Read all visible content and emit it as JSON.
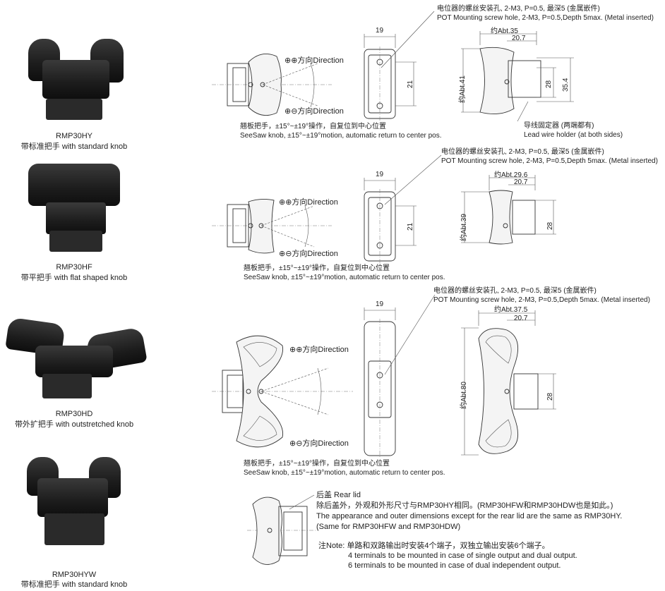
{
  "products": [
    {
      "model": "RMP30HY",
      "desc": "带标准把手 with standard knob"
    },
    {
      "model": "RMP30HF",
      "desc": "带平把手 with flat shaped knob"
    },
    {
      "model": "RMP30HD",
      "desc": "带外扩把手 with outstretched knob"
    },
    {
      "model": "RMP30HYW",
      "desc": "带标准把手 with standard knob"
    }
  ],
  "labels": {
    "dir_plus": "⊕⊕方向Direction",
    "dir_minus": "⊕⊖方向Direction",
    "seesaw_cn": "翘板把手，±15°~±19°操作，自复位到中心位置",
    "seesaw_en": "SeeSaw knob, ±15°~±19°motion, automatic return to center pos.",
    "pot_cn": "电位器的螺丝安装孔, 2-M3, P=0.5, 最深5 (金属嵌件)",
    "pot_en": "POT Mounting screw hole, 2-M3, P=0.5,Depth 5max. (Metal inserted)",
    "lead_cn": "导线固定器 (两端都有)",
    "lead_en": "Lead wire holder (at both sides)",
    "rear_lid": "后盖  Rear lid",
    "rear_cn": "除后盖外，外观和外形尺寸与RMP30HY相同。(RMP30HFW和RMP30HDW也是如此。)",
    "rear_en1": "The appearance and outer dimensions except for the rear lid are the same as RMP30HY.",
    "rear_en2": "(Same for RMP30HFW and RMP30HDW)",
    "note_cn": "注Note: 单路和双路输出时安装4个端子，双独立输出安装6个端子。",
    "note_en1": "4 terminals to be mounted in case of single output and dual output.",
    "note_en2": "6 terminals to be mounted in case of dual independent output."
  },
  "dims": {
    "hy": {
      "w": "19",
      "h": "21",
      "abt_w": "约Abt.35",
      "d1": "20.7",
      "abt_h": "约Abt.41",
      "d2": "28",
      "d3": "35.4"
    },
    "hf": {
      "w": "19",
      "h": "21",
      "abt_w": "约Abt.29.6",
      "d1": "20.7",
      "abt_h": "约Abt.39",
      "d2": "28"
    },
    "hd": {
      "w": "19",
      "abt_w": "约Abt.37.5",
      "d1": "20.7",
      "abt_h": "约Abt.80",
      "d2": "28"
    }
  },
  "colors": {
    "line": "#333333",
    "product": "#1c1c1c"
  }
}
